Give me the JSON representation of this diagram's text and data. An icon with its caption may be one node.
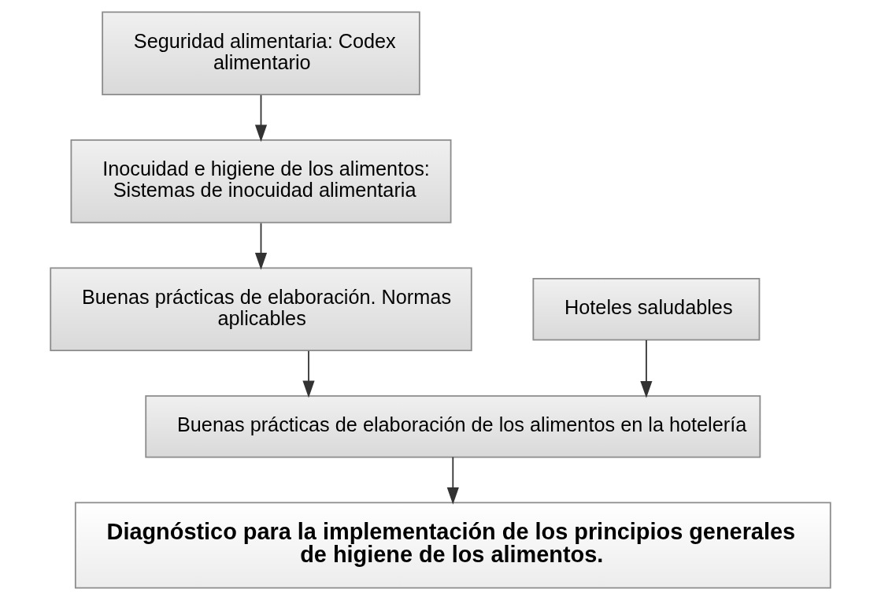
{
  "diagram": {
    "nodes": [
      {
        "text": [
          "Seguridad alimentaria: Codex alimentario"
        ]
      },
      {
        "text": [
          "Inocuidad e higiene de los alimentos: Sistemas de inocuidad alimentaria"
        ]
      },
      {
        "text": [
          "Buenas prácticas de elaboración. Normas aplicables"
        ]
      },
      {
        "text": [
          "Hoteles saludables"
        ]
      },
      {
        "text": [
          "Buenas prácticas de elaboración de los alimentos en la hotelería"
        ]
      },
      {
        "text": [
          "Diagnóstico para la implementación de los principios generales de higiene de los alimentos."
        ]
      }
    ],
    "edges": [
      {
        "from": 0,
        "to": 1,
        "arrow": "to"
      },
      {
        "from": 1,
        "to": 2,
        "arrow": "to"
      },
      {
        "from": 2,
        "to": 4,
        "arrow": "to"
      },
      {
        "from": 3,
        "to": 4,
        "arrow": "to"
      },
      {
        "from": 4,
        "to": 5,
        "arrow": "to"
      }
    ]
  }
}
